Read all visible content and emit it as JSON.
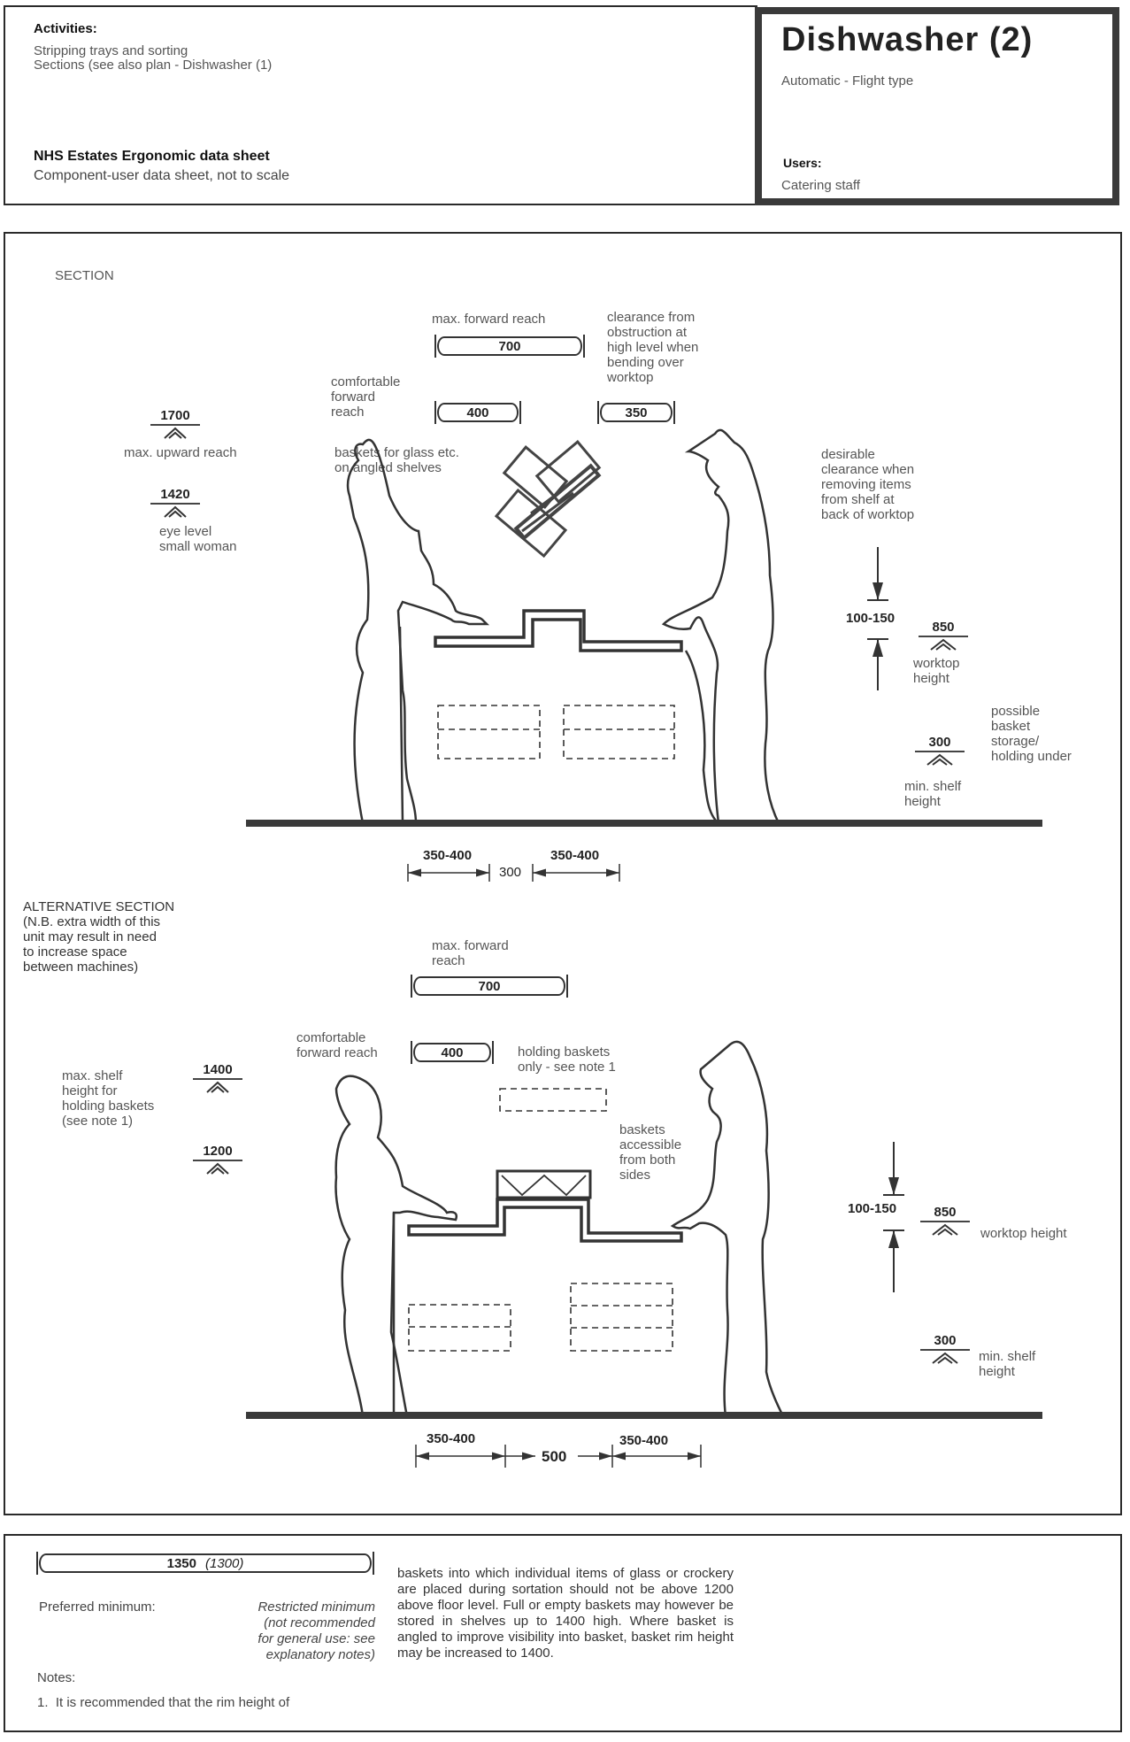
{
  "header": {
    "activities_heading": "Activities:",
    "activities_text": "Stripping trays and sorting\nSections (see also plan - Dishwasher (1)",
    "sheet_title": "NHS Estates Ergonomic data sheet",
    "sheet_subtitle": "Component-user data sheet, not to scale",
    "title": "Dishwasher (2)",
    "subtitle": "Automatic - Flight type",
    "users_heading": "Users:",
    "users_text": "Catering staff"
  },
  "section": {
    "label": "SECTION",
    "max_forward_reach_label": "max. forward reach",
    "max_forward_reach_value": "700",
    "comfortable_reach_label": "comfortable\nforward\nreach",
    "comfortable_reach_value": "400",
    "clearance_label": "clearance from\nobstruction at\nhigh level when\nbending over\nworktop",
    "clearance_value": "350",
    "upward_reach_value": "1700",
    "upward_reach_label": "max. upward reach",
    "eye_level_value": "1420",
    "eye_level_label": "eye level\nsmall woman",
    "baskets_label": "baskets for glass etc.\non angled shelves",
    "desirable_clearance_label": "desirable\nclearance when\nremoving items\nfrom shelf at\nback of worktop",
    "clearance_range": "100-150",
    "worktop_value": "850",
    "worktop_label": "worktop\nheight",
    "storage_label": "possible\nbasket\nstorage/\nholding under",
    "min_shelf_value": "300",
    "min_shelf_label": "min. shelf\nheight",
    "dims": [
      "350-400",
      "300",
      "350-400"
    ]
  },
  "alt_section": {
    "label": "ALTERNATIVE SECTION\n(N.B. extra width of this\nunit may result in need\nto increase space\nbetween machines)",
    "max_forward_reach_label": "max. forward\nreach",
    "max_forward_reach_value": "700",
    "comfortable_reach_label": "comfortable\nforward reach",
    "comfortable_reach_value": "400",
    "holding_label": "holding baskets\nonly - see note 1",
    "accessible_label": "baskets\naccessible\nfrom both\nsides",
    "max_shelf_label": "max. shelf\nheight for\nholding baskets\n(see note 1)",
    "max_shelf_value": "1400",
    "level_1200_value": "1200",
    "clearance_range": "100-150",
    "worktop_value": "850",
    "worktop_label": "worktop height",
    "min_shelf_value": "300",
    "min_shelf_label": "min. shelf\nheight",
    "dims": [
      "350-400",
      "500",
      "350-400"
    ]
  },
  "footer": {
    "width_value": "1350",
    "width_restricted": "(1300)",
    "preferred_label": "Preferred minimum:",
    "restricted_label": "Restricted minimum\n(not recommended\nfor general use: see\nexplanatory notes)",
    "notes_heading": "Notes:",
    "note_1_start": "1.  It is recommended that the rim height of",
    "note_1_cont": "baskets into which individual items of glass or crockery are placed during sortation should not be above 1200 above floor level. Full or empty baskets may however be stored in shelves up to 1400 high. Where basket is angled to improve visibility into basket, basket rim height may be increased to 1400."
  }
}
